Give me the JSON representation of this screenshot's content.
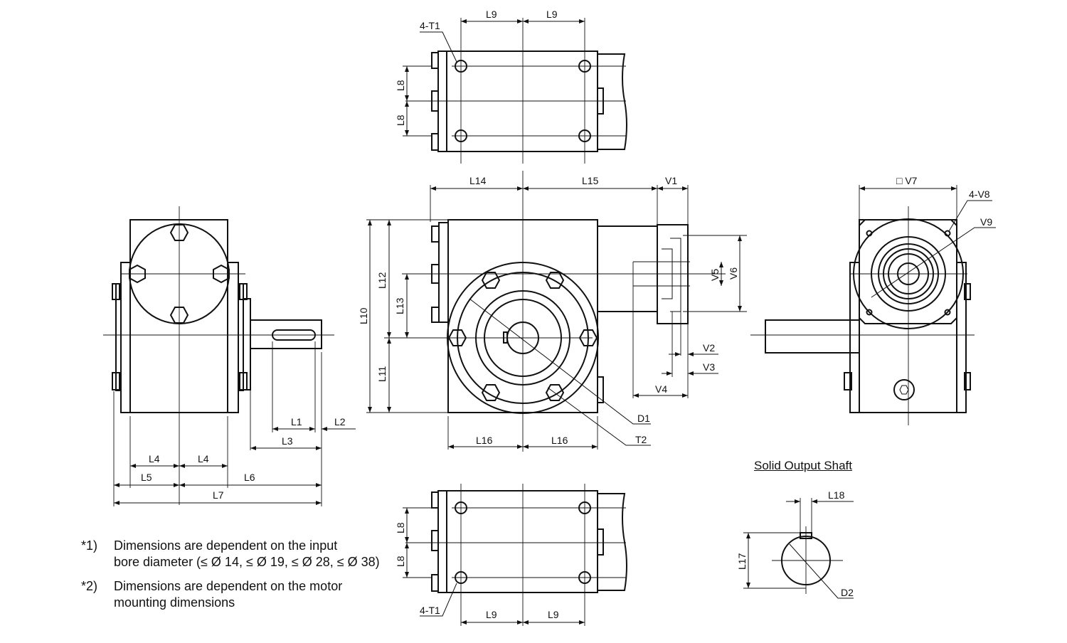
{
  "labels": {
    "L1": "L1",
    "L2": "L2",
    "L3": "L3",
    "L4": "L4",
    "L5": "L5",
    "L6": "L6",
    "L7": "L7",
    "L8": "L8",
    "L9": "L9",
    "L10": "L10",
    "L11": "L11",
    "L12": "L12",
    "L13": "L13",
    "L14": "L14",
    "L15": "L15",
    "L16": "L16",
    "L17": "L17",
    "L18": "L18",
    "V1": "V1",
    "V2": "V2",
    "V3": "V3",
    "V4": "V4",
    "V5": "V5",
    "V6": "V6",
    "V7": "□ V7",
    "V8": "4-V8",
    "V9": "V9",
    "D1": "D1",
    "D2": "D2",
    "T1": "4-T1",
    "T2": "T2"
  },
  "solid_shaft_title": "Solid Output Shaft",
  "notes": [
    {
      "mark": "*1)",
      "text": "Dimensions  are dependent on the input",
      "text2": "bore diameter (≤ Ø 14, ≤ Ø 19, ≤ Ø 28, ≤ Ø 38)"
    },
    {
      "mark": "*2)",
      "text": "Dimensions  are dependent on the motor",
      "text2": "mounting dimensions"
    }
  ]
}
